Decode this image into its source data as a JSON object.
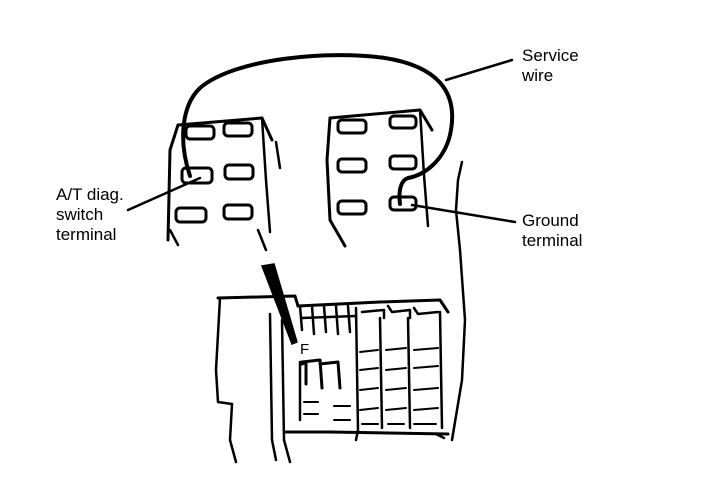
{
  "labels": {
    "service_wire": [
      "Service",
      "wire"
    ],
    "at_diag": [
      "A/T diag.",
      "switch",
      "terminal"
    ],
    "ground": [
      "Ground",
      "terminal"
    ],
    "connector_mark": "F"
  },
  "colors": {
    "ink": "#000000",
    "background": "#ffffff"
  }
}
